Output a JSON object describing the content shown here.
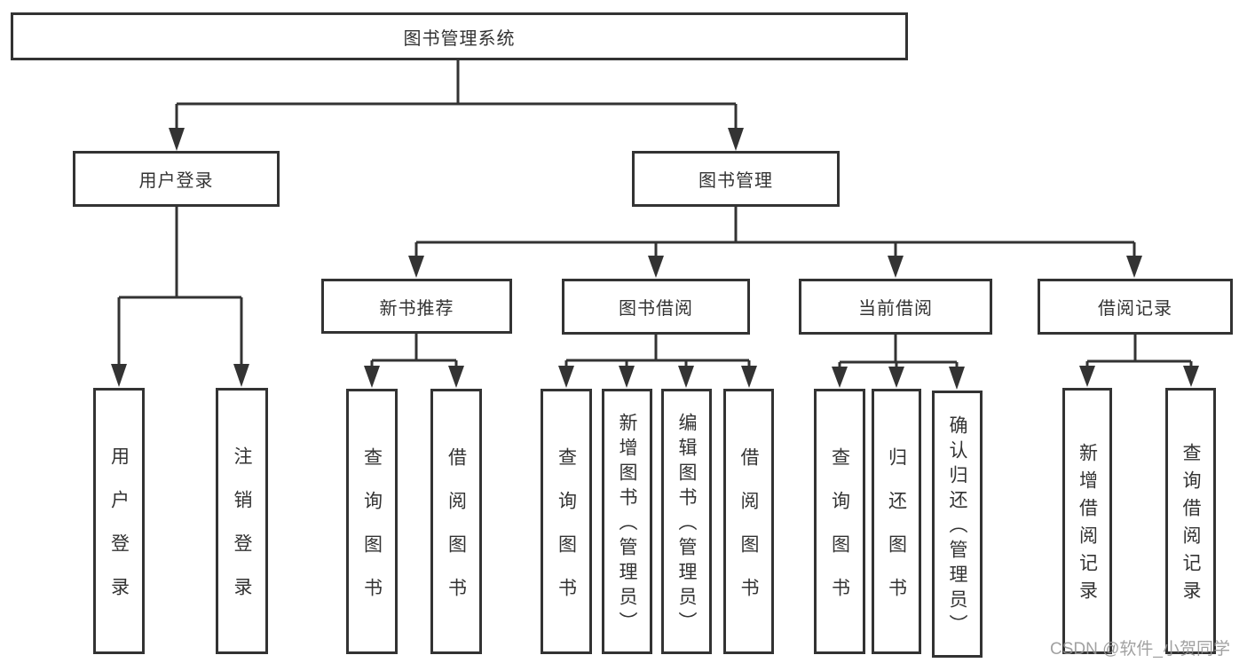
{
  "tree": {
    "root": {
      "label": "图书管理系统"
    },
    "branches": [
      {
        "label": "用户登录",
        "leaves": [
          {
            "label": "用户登录"
          },
          {
            "label": "注销登录"
          }
        ]
      },
      {
        "label": "图书管理",
        "groups": [
          {
            "label": "新书推荐",
            "leaves": [
              {
                "label": "查询图书"
              },
              {
                "label": "借阅图书"
              }
            ]
          },
          {
            "label": "图书借阅",
            "leaves": [
              {
                "label": "查询图书"
              },
              {
                "label": "新增图书（管理员）"
              },
              {
                "label": "编辑图书（管理员）"
              },
              {
                "label": "借阅图书"
              }
            ]
          },
          {
            "label": "当前借阅",
            "leaves": [
              {
                "label": "查询图书"
              },
              {
                "label": "归还图书"
              },
              {
                "label": "确认归还（管理员）"
              }
            ]
          },
          {
            "label": "借阅记录",
            "leaves": [
              {
                "label": "新增借阅记录"
              },
              {
                "label": "查询借阅记录"
              }
            ]
          }
        ]
      }
    ]
  },
  "watermark": {
    "text": "CSDN @软件_小贺同学"
  },
  "colors": {
    "line": "#333333",
    "box_border": "#333333",
    "text": "#333333",
    "watermark": "#949494",
    "background": "#ffffff"
  }
}
